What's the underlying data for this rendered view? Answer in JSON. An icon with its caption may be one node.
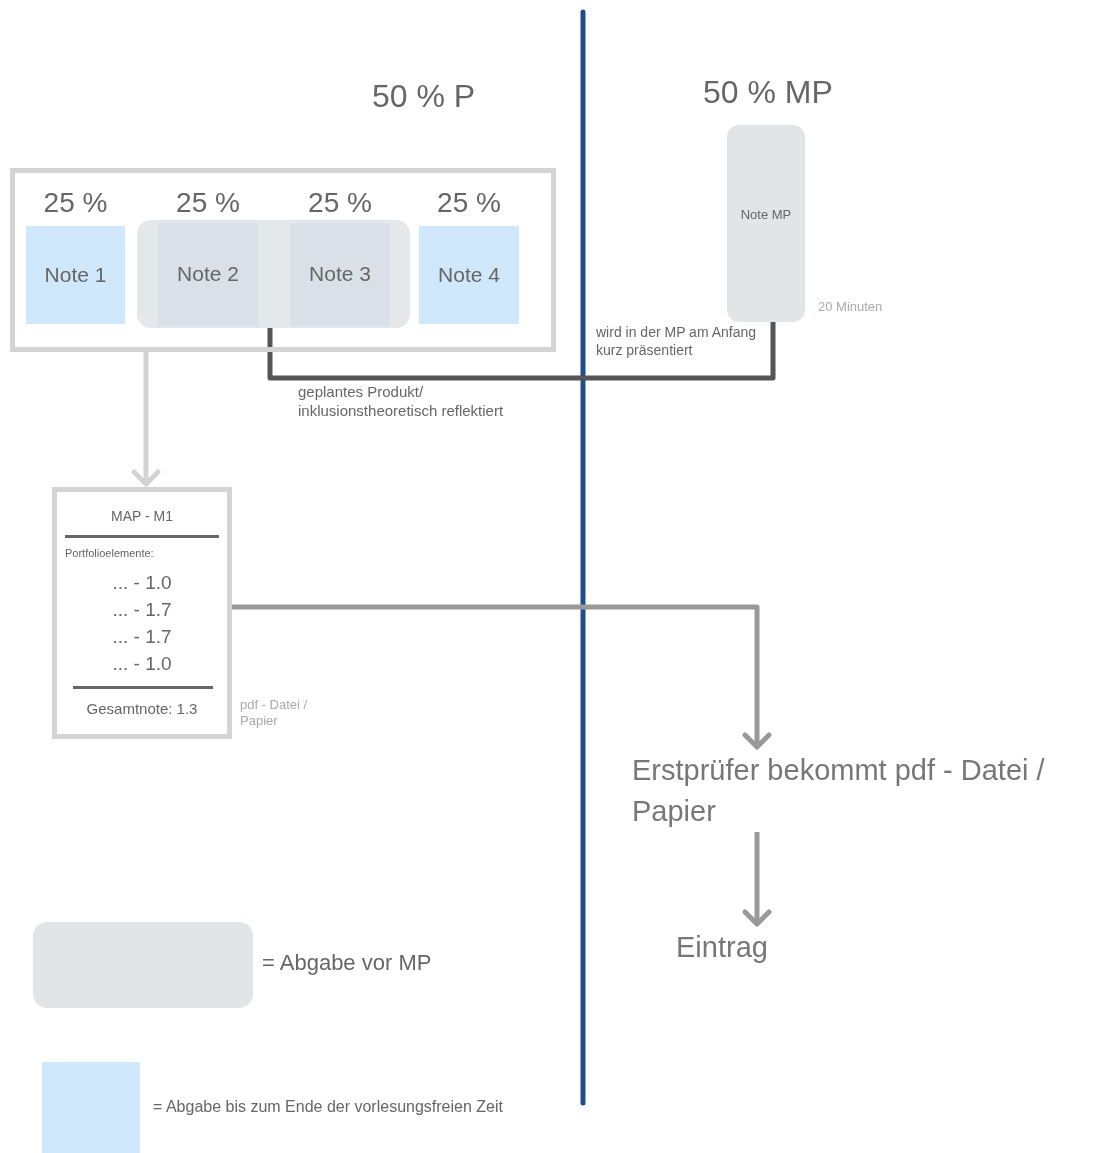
{
  "diagram": {
    "nodes": [
      {
        "text": [],
        "shape": "box"
      },
      {
        "text": [
          "25 %",
          "Note 1"
        ],
        "in": 0
      },
      {
        "text": [],
        "shape": "box",
        "in": 0
      },
      {
        "text": [
          "25 %",
          "Note 2"
        ],
        "in": 2
      },
      {
        "text": [
          "25 %",
          "Note 3"
        ],
        "in": 2
      },
      {
        "text": [
          "25 %",
          "Note 4"
        ],
        "in": 0
      },
      {
        "text": [
          "Note MP"
        ],
        "beside": [
          "20 Minuten"
        ]
      },
      {
        "text": [
          "MAP - M1",
          "Portfolioelemente:",
          "... - 1.0",
          "... - 1.7",
          "... - 1.7",
          "... - 1.0",
          "Gesamtnote: 1.3"
        ],
        "beside": [
          "pdf - Datei / Papier"
        ]
      },
      {
        "text": [
          "Erstprüfer bekommt pdf - Datei / Papier"
        ]
      },
      {
        "text": [
          "Eintrag"
        ]
      }
    ],
    "edges": [
      {
        "from": 0,
        "to": 7,
        "arrow": "to",
        "color": "#d3d3d3"
      },
      {
        "from": 2,
        "to": 6,
        "arrow": "none",
        "label": "geplantes Produkt/ inklusionstheoretisch reflektiert",
        "color": "#555555"
      },
      {
        "from": 7,
        "to": 8,
        "arrow": "to"
      },
      {
        "from": 8,
        "to": 9,
        "arrow": "to"
      }
    ],
    "labels": [
      "50 % P",
      "50 % MP",
      "wird in der MP am Anfang kurz präsentiert"
    ],
    "legend": [
      {
        "text": "= Abgabe vor MP",
        "color": "#e2e5e8"
      },
      {
        "text": "= Abgabe bis zum Ende der vorlesungsfreien Zeit",
        "color": "#d0e8fb"
      }
    ]
  }
}
